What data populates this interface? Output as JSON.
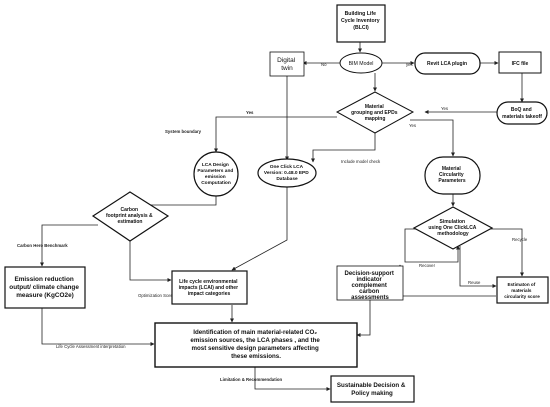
{
  "nodes": {
    "blci": [
      "Building Life",
      "Cycle Inventory",
      "(BLCI)"
    ],
    "digital_twin": [
      "Digital",
      "twin"
    ],
    "bim_model": [
      "BIM Model"
    ],
    "revit_plugin": [
      "Revit LCA plugin"
    ],
    "ifc_file": [
      "IFC file"
    ],
    "material_mapping": [
      "Material",
      "grouping and EPDs",
      "mapping"
    ],
    "boq": [
      "BoQ and",
      "materials takeoff"
    ],
    "lca_design": [
      "LCA Design",
      "Parameters and",
      "emission",
      "Computation"
    ],
    "one_click_lca": [
      "One Click LCA",
      "Version: 0.48.0 EPD",
      "Database"
    ],
    "material_circularity": [
      "Material",
      "Circularity",
      "Parameters"
    ],
    "carbon_footprint": [
      "Carbon",
      "footprint analysis &",
      "estimation"
    ],
    "simulation": [
      "Simulation",
      "using One ClickLCA",
      "methodology"
    ],
    "decision_support": [
      "Decision-support",
      "indicator",
      "complement",
      "carbon",
      "assessments"
    ],
    "emission_reduction": [
      "Emission reduction",
      "output/ climate change",
      "measure  (KgCO2e)"
    ],
    "life_cycle_impacts": [
      "Life cycle environmental",
      "impacts (LCAI) and other",
      "impact categories"
    ],
    "circularity_score": [
      "Estimaton of",
      "materials",
      "circularity score"
    ],
    "identification": [
      "Identification of  main material-related CO₂",
      "emission sources, the LCA phases , and the",
      "most sensitive design parameters affecting",
      "these emissions."
    ],
    "sustainable_decision": [
      "Sustainable Decision &",
      "Policy making"
    ]
  },
  "edge_labels": {
    "no": "No",
    "yes_bim": "yes",
    "yes_left": "Yes",
    "yes_right": "Yes",
    "yes_down": "Yes",
    "system_boundary": "System boundary",
    "include_model_check": "Include model check",
    "carbon_hero_benchmark": "Carbon Hero Benchmark",
    "optimization_scenario": "Optimization Scenario",
    "recover": "Recover",
    "recycle": "Recycle",
    "reuse": "Reuse",
    "life_cycle_interpretation": "Life Cycle Assessment interpretation",
    "limitation_recommendation": "Limitation & Recommendation"
  }
}
